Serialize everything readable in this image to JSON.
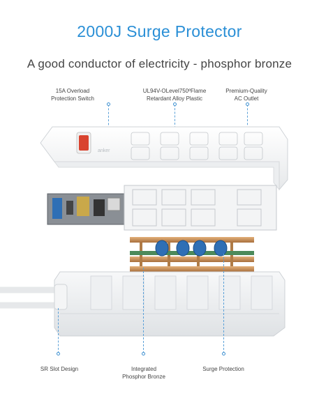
{
  "header": {
    "title": "2000J Surge Protector",
    "subtitle": "A  good conductor of electricity - phosphor bronze"
  },
  "callouts_top": [
    {
      "line1": "15A Overload",
      "line2": "Protection Switch"
    },
    {
      "line1": "UL94V-OLevel750ºFlame",
      "line2": "Retardant Alloy Plastic"
    },
    {
      "line1": "Premium-Quality",
      "line2": "AC Outlet"
    }
  ],
  "callouts_bottom": [
    {
      "line1": "SR  Slot Design",
      "line2": ""
    },
    {
      "line1": "Integrated",
      "line2": "Phosphor Bronze"
    },
    {
      "line1": "Surge Protection",
      "line2": ""
    }
  ],
  "colors": {
    "title": "#2a8fd6",
    "leader": "#5aa0d8",
    "varistor": "#2f6fb5",
    "bronze": "#c9925c",
    "switch": "#d9432f"
  },
  "icons": [
    "power-switch-icon",
    "outlet-icon",
    "varistor-icon",
    "circuit-board-icon",
    "power-cord-icon"
  ]
}
